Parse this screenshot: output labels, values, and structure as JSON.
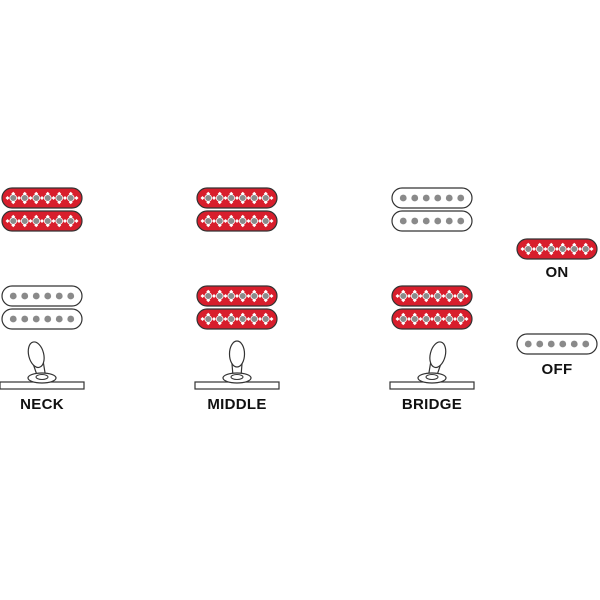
{
  "colors": {
    "on": "#d81e2c",
    "off": "#ffffff",
    "outline": "#333333",
    "pole": "#8a8a8a",
    "dot": "#ffffff",
    "switch_fill": "#ffffff"
  },
  "positions": [
    {
      "label": "NECK",
      "switch": "left",
      "neck_pickup": "on",
      "bridge_pickup": "off"
    },
    {
      "label": "MIDDLE",
      "switch": "center",
      "neck_pickup": "on",
      "bridge_pickup": "on"
    },
    {
      "label": "BRIDGE",
      "switch": "right",
      "neck_pickup": "off",
      "bridge_pickup": "on"
    }
  ],
  "legend": [
    {
      "state": "on",
      "label": "ON"
    },
    {
      "state": "off",
      "label": "OFF"
    }
  ]
}
